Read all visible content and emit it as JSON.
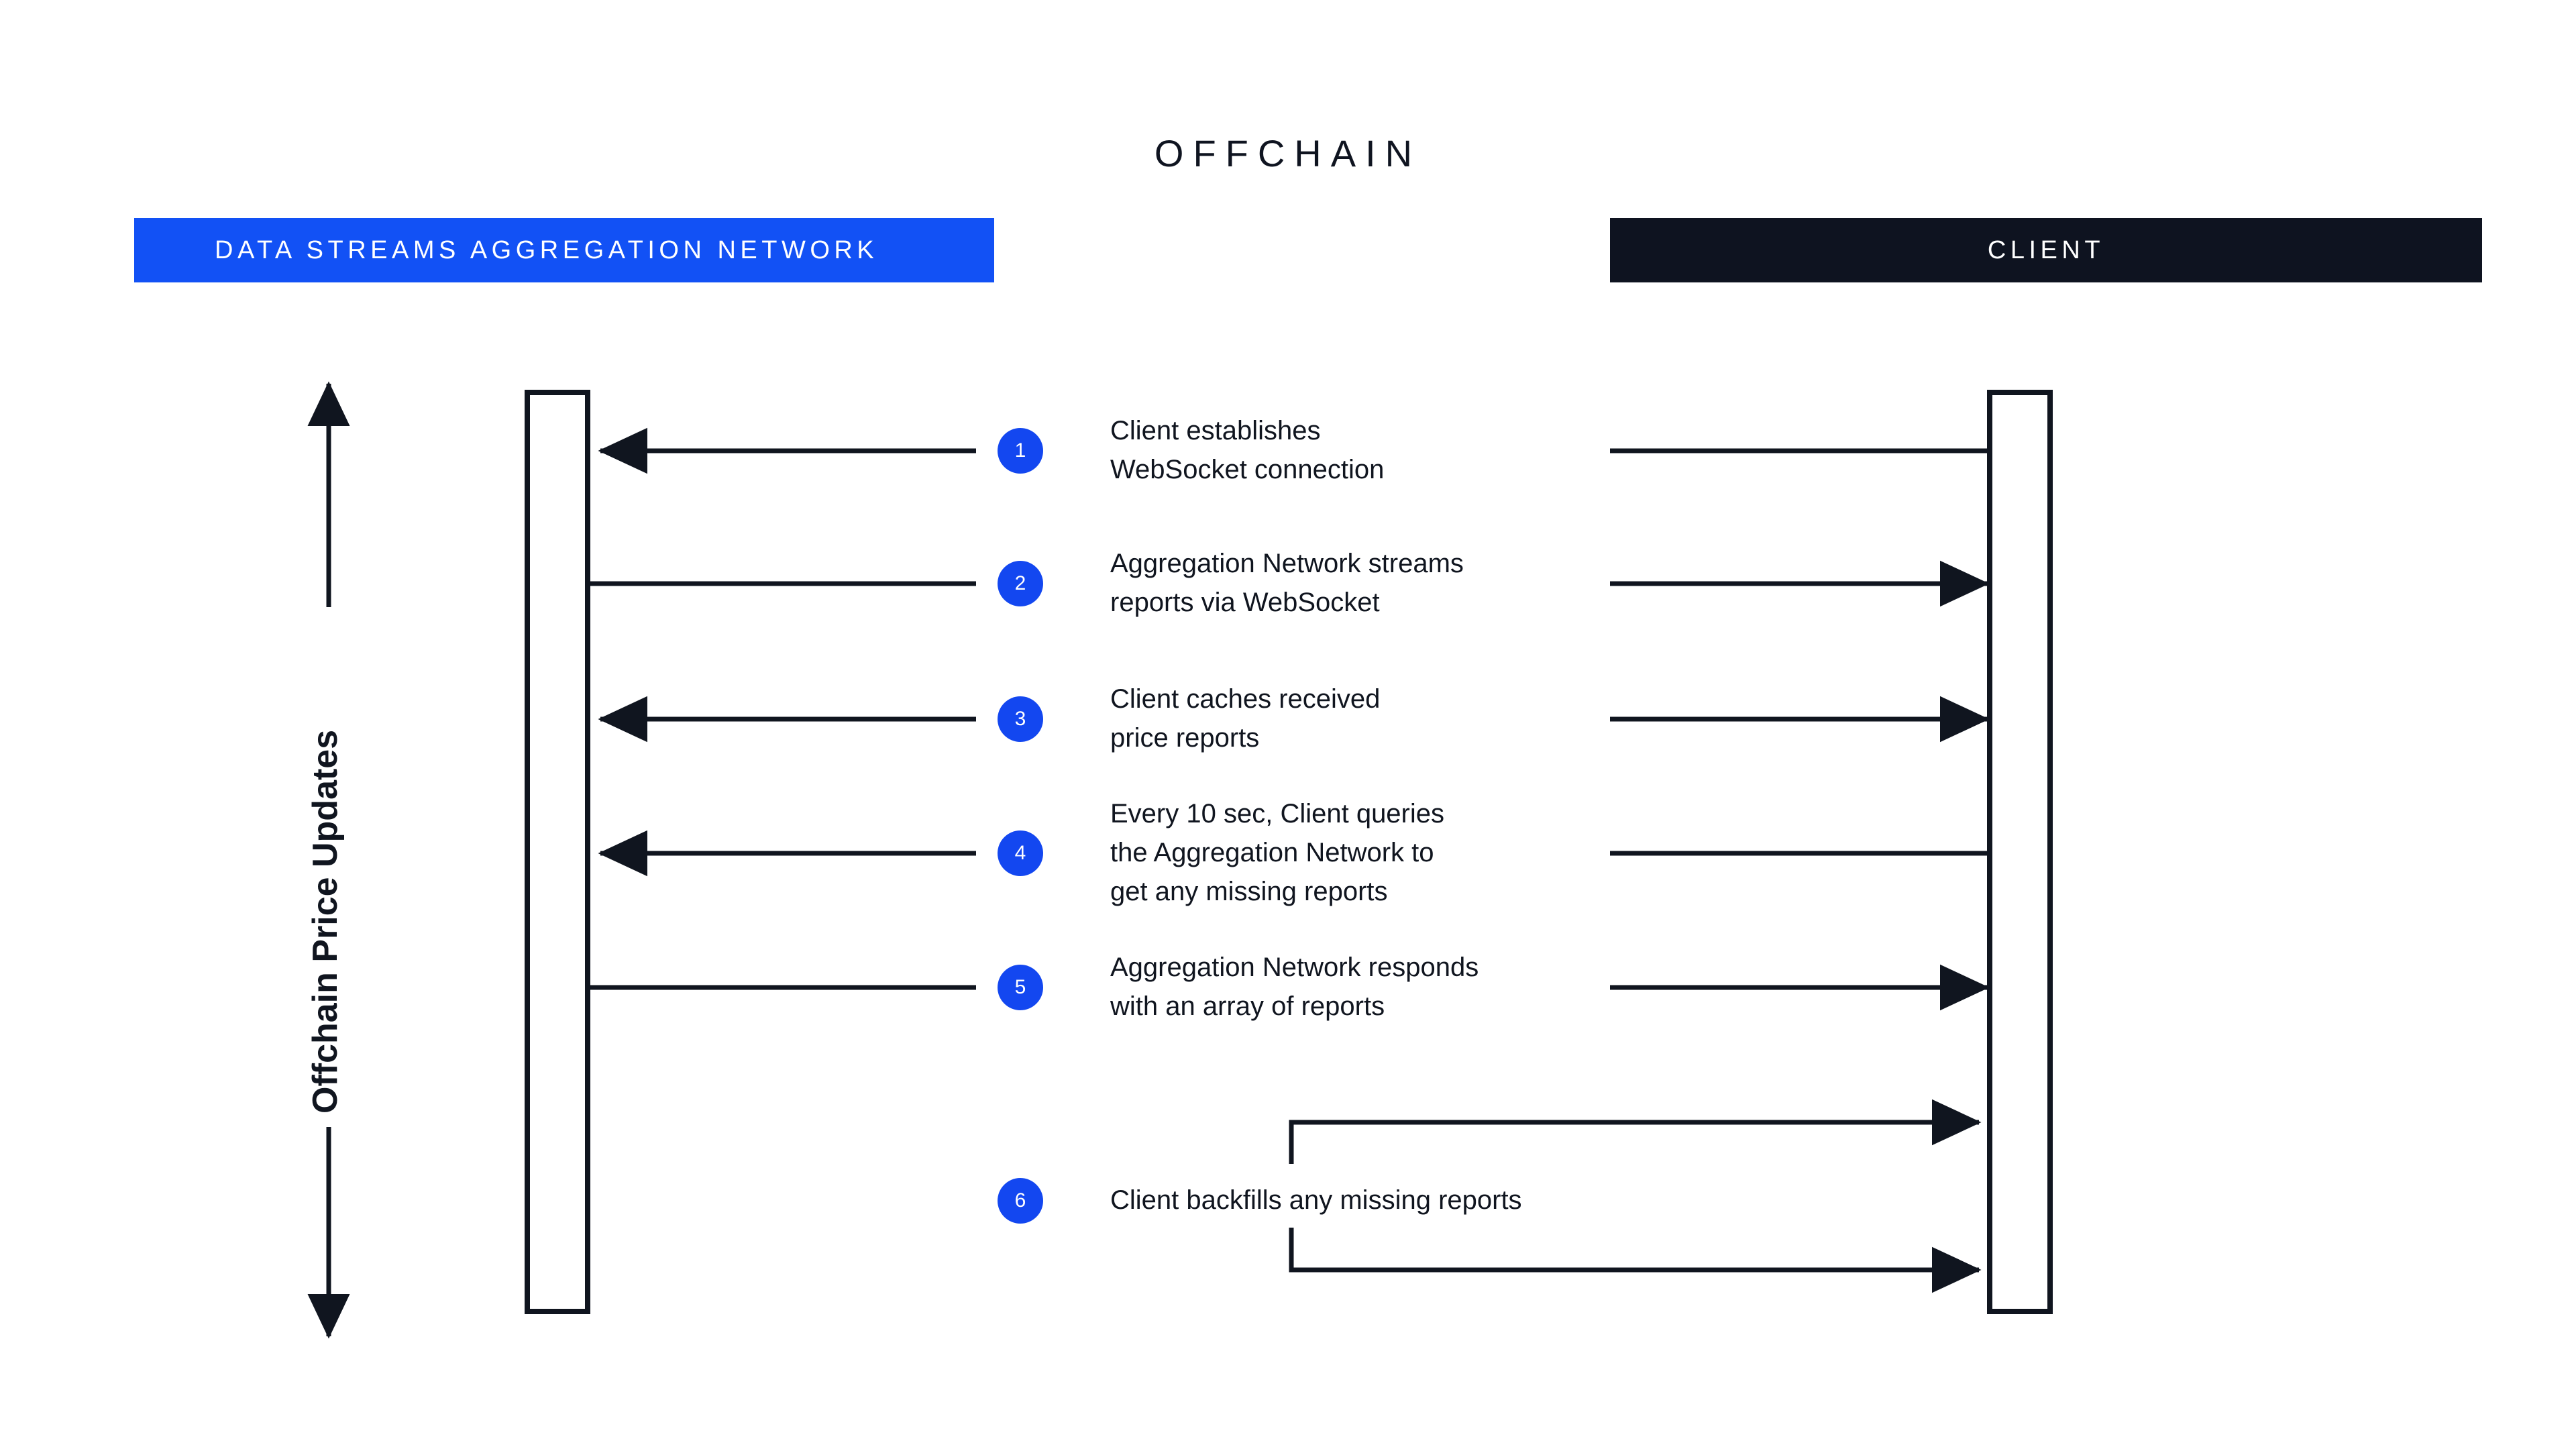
{
  "title": "OFFCHAIN",
  "colors": {
    "network_banner": "#1251F5",
    "client_banner": "#0E1320",
    "step_circle": "#1347F0",
    "line": "#10151F",
    "background": "#FFFFFF",
    "banner_text": "#FFFFFF"
  },
  "lanes": [
    {
      "id": "aggregation-network",
      "label": "DATA STREAMS AGGREGATION NETWORK"
    },
    {
      "id": "client",
      "label": "CLIENT"
    }
  ],
  "axis": {
    "label": "Offchain Price Updates",
    "direction": "bidirectional"
  },
  "steps": [
    {
      "number": "1",
      "text": "Client establishes\nWebSocket connection",
      "left_arrow": "left",
      "right_arrow": "none"
    },
    {
      "number": "2",
      "text": "Aggregation Network streams\nreports via WebSocket",
      "left_arrow": "none",
      "right_arrow": "right"
    },
    {
      "number": "3",
      "text": "Client caches received\nprice reports",
      "left_arrow": "left",
      "right_arrow": "right"
    },
    {
      "number": "4",
      "text": "Every 10 sec, Client queries\nthe Aggregation Network to\nget any missing reports",
      "left_arrow": "left",
      "right_arrow": "none"
    },
    {
      "number": "5",
      "text": "Aggregation Network responds\nwith an array of reports",
      "left_arrow": "none",
      "right_arrow": "right"
    },
    {
      "number": "6",
      "text": "Client backfills any missing reports",
      "left_arrow": "none",
      "right_arrow": "self-loop"
    }
  ]
}
